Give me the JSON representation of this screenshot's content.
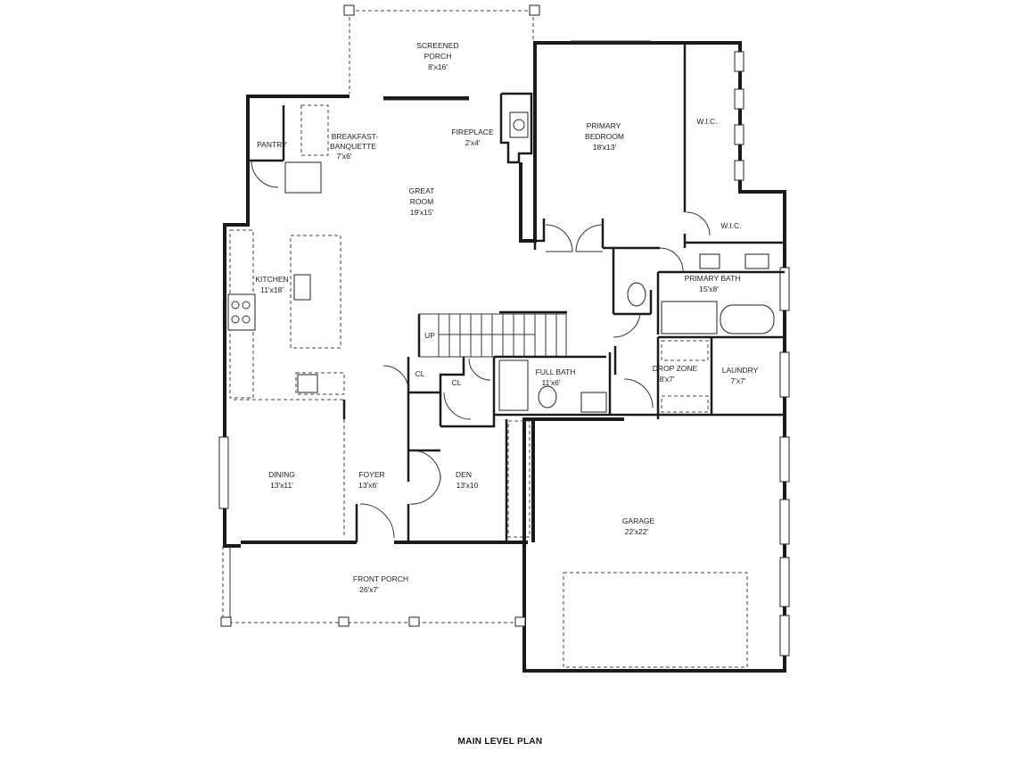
{
  "plan_title": "MAIN LEVEL PLAN",
  "rooms": {
    "screened_porch": {
      "name": "SCREENED",
      "name2": "PORCH",
      "size": "8'x16'"
    },
    "breakfast": {
      "name": "BREAKFAST-",
      "name2": "BANQUETTE",
      "size": "7'x6'"
    },
    "pantry": {
      "name": "PANTRY"
    },
    "fireplace": {
      "name": "FIREPLACE",
      "size": "2'x4'"
    },
    "primary_bedroom": {
      "name": "PRIMARY",
      "name2": "BEDROOM",
      "size": "18'x13'"
    },
    "wic_upper": {
      "name": "W.I.C."
    },
    "wic_lower": {
      "name": "W.I.C."
    },
    "great_room": {
      "name": "GREAT",
      "name2": "ROOM",
      "size": "19'x15'"
    },
    "kitchen": {
      "name": "KITCHEN",
      "size": "11'x18'"
    },
    "primary_bath": {
      "name": "PRIMARY BATH",
      "size": "15'x8'"
    },
    "up": {
      "name": "UP"
    },
    "cl_1": {
      "name": "CL"
    },
    "cl_2": {
      "name": "CL"
    },
    "full_bath": {
      "name": "FULL BATH",
      "size": "11'x6'"
    },
    "drop_zone": {
      "name": "DROP ZONE",
      "size": "8'x7'"
    },
    "laundry": {
      "name": "LAUNDRY",
      "size": "7'x7'"
    },
    "dining": {
      "name": "DINING",
      "size": "13'x11'"
    },
    "foyer": {
      "name": "FOYER",
      "size": "13'x6'"
    },
    "den": {
      "name": "DEN",
      "size": "13'x10"
    },
    "garage": {
      "name": "GARAGE",
      "size": "22'x22'"
    },
    "front_porch": {
      "name": "FRONT PORCH",
      "size": "26'x7'"
    }
  }
}
